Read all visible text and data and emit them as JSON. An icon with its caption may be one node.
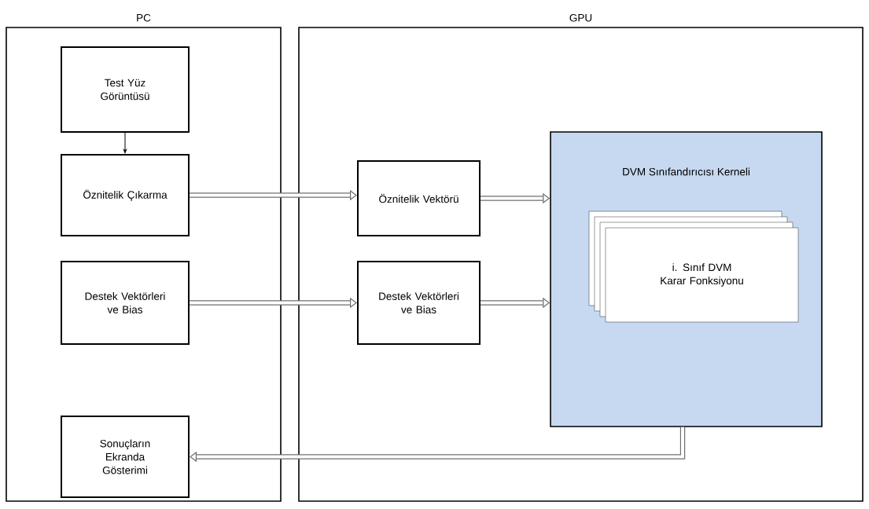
{
  "diagram": {
    "nodes": [
      {
        "text": [
          "PC"
        ]
      },
      {
        "text": [
          "GPU"
        ]
      },
      {
        "text": [
          "Test Yüz Görüntüsü"
        ],
        "in": 0
      },
      {
        "text": [
          "Öznitelik Çıkarma"
        ],
        "in": 0
      },
      {
        "text": [
          "Destek Vektörleri ve Bias"
        ],
        "in": 0
      },
      {
        "text": [
          "Sonuçların Ekranda Gösterimi"
        ],
        "in": 0
      },
      {
        "text": [
          "Öznitelik Vektörü"
        ],
        "in": 1
      },
      {
        "text": [
          "Destek Vektörleri ve Bias"
        ],
        "in": 1
      },
      {
        "text": [
          "DVM Sınıfandırıcısı Kerneli"
        ],
        "in": 1
      },
      {
        "text": [
          "i. Sınıf DVM Karar Fonksiyonu"
        ],
        "in": 8
      }
    ],
    "edges": [
      {
        "from": 2,
        "to": 3,
        "arrow": "to",
        "color": "#000000"
      },
      {
        "from": 3,
        "to": 6,
        "arrow": "to"
      },
      {
        "from": 6,
        "to": 8,
        "arrow": "to"
      },
      {
        "from": 4,
        "to": 7,
        "arrow": "to"
      },
      {
        "from": 7,
        "to": 8,
        "arrow": "to"
      },
      {
        "from": 8,
        "to": 5,
        "arrow": "to"
      }
    ]
  }
}
